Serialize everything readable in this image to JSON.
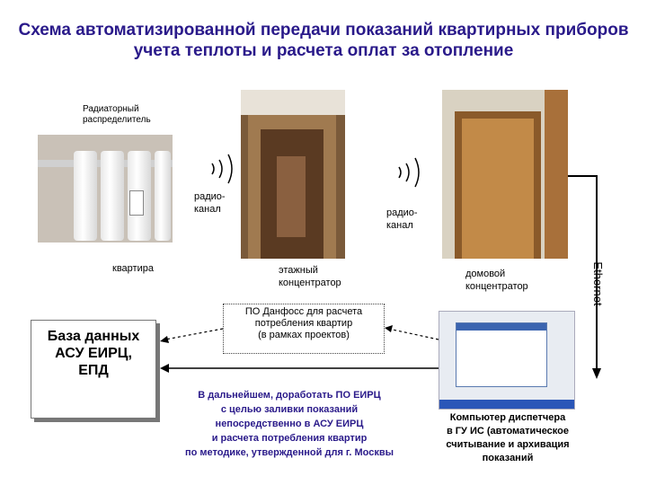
{
  "title": "Схема автоматизированной передачи показаний квартирных приборов учета теплоты и расчета оплат за отопление",
  "radiator_label": "Радиаторный распределитель",
  "radio_channel_1": "радио-\nканал",
  "radio_channel_2": "радио-\nканал",
  "apartment_label": "квартира",
  "floor_concentrator_label": "этажный\nконцентратор",
  "house_concentrator_label": "домовой\nконцентратор",
  "ethernet_label": "Ethernet",
  "software_box": "ПО Данфосс для расчета\nпотребления квартир\n(в рамках проектов)",
  "database_box": "База данных\nАСУ ЕИРЦ,\nЕПД",
  "future_text": "В дальнейшем, доработать ПО ЕИРЦ\nс целью заливки показаний\nнепосредственно в АСУ ЕИРЦ\nи расчета потребления квартир\nпо методике, утвержденной для г. Москвы",
  "computer_label": "Компьютер диспетчера\nв ГУ ИС (автоматическое\nсчитывание и архивация\nпоказаний",
  "colors": {
    "title": "#2a1a8a",
    "arrow": "#000000"
  }
}
